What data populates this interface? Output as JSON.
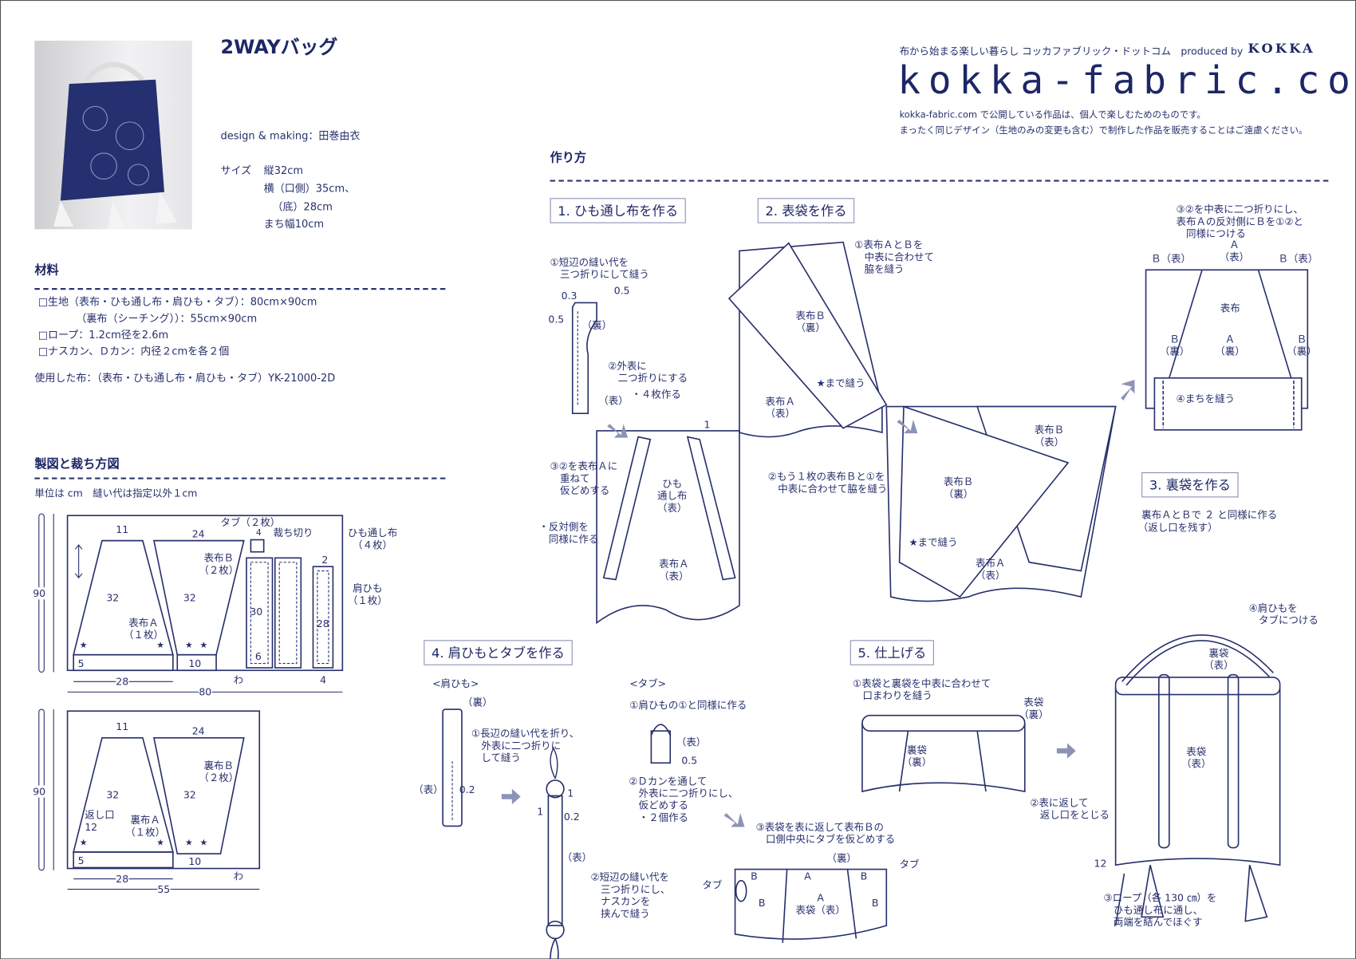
{
  "header": {
    "title": "2WAYバッグ",
    "design": "design & making：田巻由衣",
    "size_label": "サイズ",
    "size": [
      "縦32cm",
      "横（口側）35cm、",
      "（底）28cm",
      "まち幅10cm"
    ]
  },
  "brand": {
    "tagline": "布から始まる楽しい暮らし コッカファブリック・ドットコム　produced by",
    "kokka": "KOKKA",
    "logo": "kokka-fabric.com",
    "notice": [
      "kokka-fabric.com で公開している作品は、個人で楽しむためのものです。",
      "まったく同じデザイン（生地のみの変更も含む）で制作した作品を販売することはご遠慮ください。"
    ]
  },
  "materials": {
    "heading": "材料",
    "items": [
      "□生地（表布・ひも通し布・肩ひも・タブ）：80cm×90cm",
      "（裏布（シーチング））：55cm×90cm",
      "□ロープ：1.2cm径を2.6m",
      "□ナスカン、Ｄカン：内径２cmを各２個"
    ],
    "used": "使用した布：（表布・ひも通し布・肩ひも・タブ）YK-21000-2D"
  },
  "cutting": {
    "heading": "製図と裁ち方図",
    "unit": "単位は cm　縫い代は指定以外１cm",
    "d1": [
      "11",
      "24",
      "タブ（２枚）",
      "4",
      "裁ち切り",
      "ひも通し布\n（４枚）",
      "2",
      "肩ひも\n（１枚）",
      "32",
      "32",
      "表布Ｂ\n（２枚）",
      "表布Ａ\n（１枚）",
      "30",
      "28",
      "6",
      "5",
      "10",
      "わ",
      "4",
      "28",
      "80",
      "90",
      "★",
      "★",
      "★",
      "★"
    ],
    "d2": [
      "11",
      "24",
      "32",
      "32",
      "裏布Ｂ\n（２枚）",
      "返し口\n12",
      "裏布Ａ\n（１枚）",
      "5",
      "10",
      "28",
      "55",
      "わ",
      "90",
      "★",
      "★",
      "★",
      "★"
    ]
  },
  "howto": {
    "heading": "作り方",
    "step1": {
      "title": "1. ひも通し布を作る",
      "labels": [
        "①短辺の縫い代を\n　三つ折りにして縫う",
        "0.3",
        "0.5",
        "0.5",
        "（裏）",
        "②外表に\n　二つ折りにする",
        "・４枚作る",
        "（表）",
        "③②を表布Ａに\n　重ねて\n　仮どめする",
        "・反対側を\n　同様に作る",
        "ひも\n通し布\n（表）",
        "表布Ａ\n（表）",
        "1"
      ]
    },
    "step2": {
      "title": "2. 表袋を作る",
      "labels": [
        "①表布ＡとＢを\n　中表に合わせて\n　脇を縫う",
        "表布Ｂ\n（裏）",
        "★まで縫う",
        "表布Ａ\n（表）",
        "②もう１枚の表布Ｂと①を\n　中表に合わせて脇を縫う",
        "表布Ｂ\n（表）",
        "表布Ｂ\n（裏）",
        "★まで縫う",
        "表布Ａ\n（表）",
        "③②を中表に二つ折りにし、\n表布Ａの反対側にＢを①②と\n　同様につける",
        "Ｂ（表）",
        "Ａ\n（表）",
        "Ｂ（表）",
        "表布",
        "Ｂ\n（裏）",
        "Ａ\n（裏）",
        "Ｂ\n（裏）",
        "④まちを縫う"
      ]
    },
    "step3": {
      "title": "3. 裏袋を作る",
      "labels": [
        "裏布ＡとＢで ２ と同様に作る",
        "（返し口を残す）"
      ]
    },
    "step4": {
      "title": "4. 肩ひもとタブを作る",
      "labels": [
        "<肩ひも>",
        "（裏）",
        "①長辺の縫い代を折り、\n　外表に二つ折りに\n　して縫う",
        "（表）",
        "0.2",
        "1",
        "1",
        "0.2",
        "（表）",
        "②短辺の縫い代を\n　三つ折りにし、\n　ナスカンを\n　挟んで縫う",
        "<タブ>",
        "①肩ひもの①と同様に作る",
        "（表）",
        "0.5",
        "②Ｄカンを通して\n　外表に二つ折りにし、\n　仮どめする\n　・２個作る",
        "③表袋を表に返して表布Ｂの\n　口側中央にタブを仮どめする",
        "（裏）",
        "タブ",
        "タブ",
        "B",
        "A",
        "B",
        "B",
        "A\n表袋（表）",
        "B"
      ]
    },
    "step5": {
      "title": "5. 仕上げる",
      "labels": [
        "①表袋と裏袋を中表に合わせて\n　口まわりを縫う",
        "表袋\n（裏）",
        "裏袋\n（裏）",
        "④肩ひもを\n　タブにつける",
        "裏袋\n（表）",
        "表袋\n（表）",
        "②表に返して\n　返し口をとじる",
        "12",
        "③ロープ（各 130 ㎝）を\n　ひも通し布に通し、\n　両端を結んでほぐす"
      ]
    }
  },
  "colors": {
    "ink": "#27306c",
    "arrow": "#8d93b5"
  }
}
